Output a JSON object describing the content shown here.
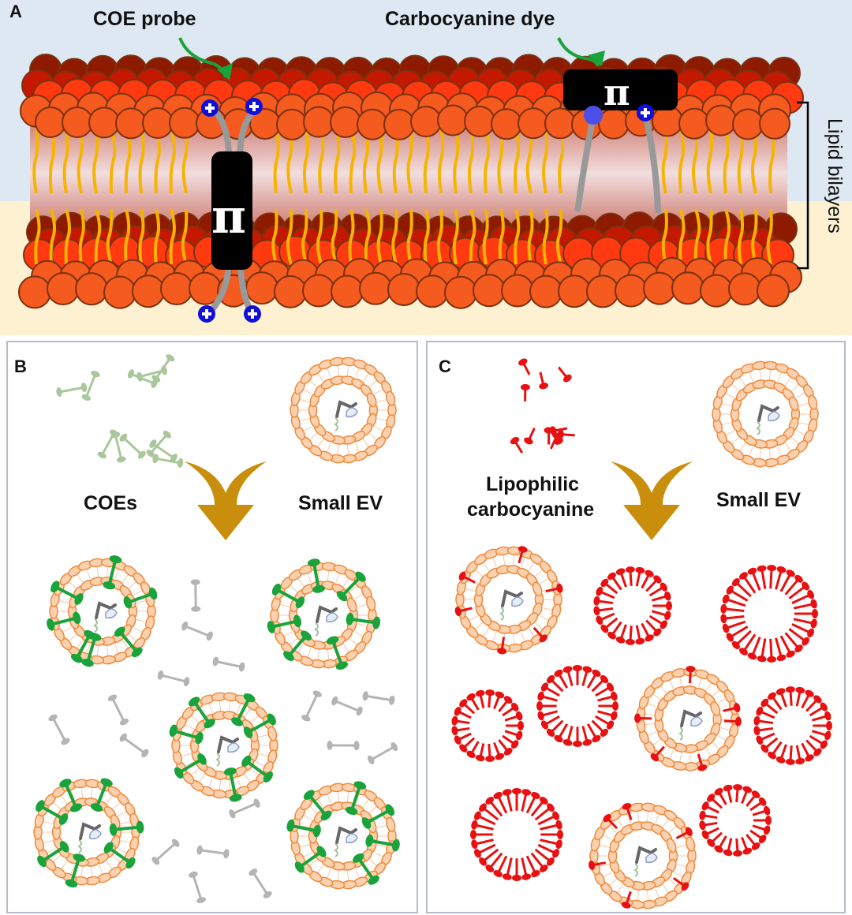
{
  "panel_a": {
    "label": "A",
    "coe_probe_label": "COE probe",
    "dye_label": "Carbocyanine dye",
    "pi_symbol": "π",
    "bilayer_label": "Lipid bilayers"
  },
  "panel_b": {
    "label": "B",
    "reagent_label": "COEs",
    "ev_label": "Small EV"
  },
  "panel_c": {
    "label": "C",
    "reagent_label_line1": "Lipophilic",
    "reagent_label_line2": "carbocyanine",
    "ev_label": "Small EV"
  },
  "colors": {
    "sky": "#dde8f3",
    "sand": "#fdf1d2",
    "head": "#f55a1e",
    "head_dark": "#a01800",
    "tail": "#f6b400",
    "coe_green": "#1aa33a",
    "coe_free": "#a9c79a",
    "free_gray": "#b4b4b4",
    "dye_red": "#e81010",
    "plus_blue": "#1010d8",
    "arrow_gold": "#c98e0c",
    "vesicle": "#f0a070"
  }
}
